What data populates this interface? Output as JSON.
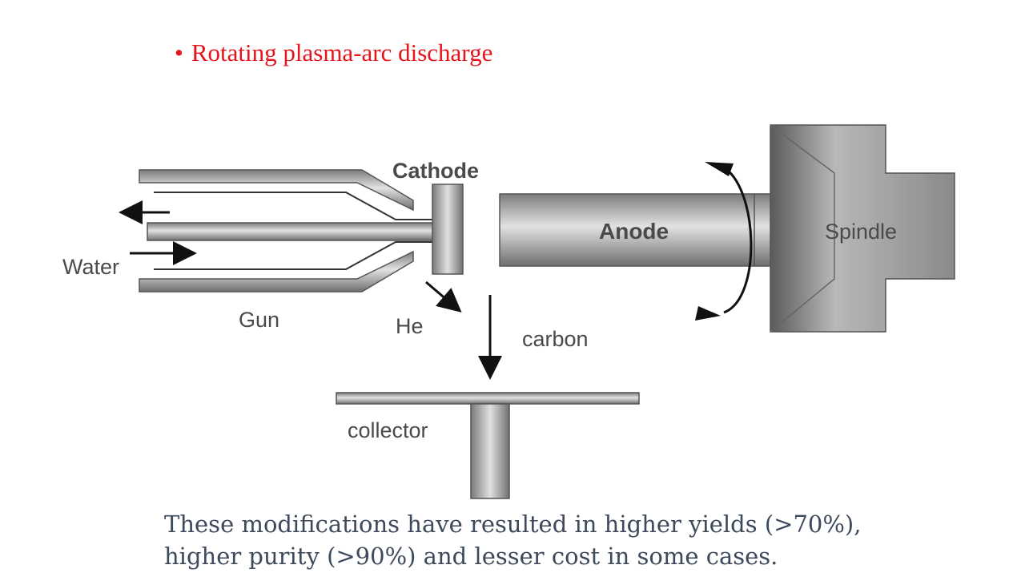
{
  "slide": {
    "bullet": "•",
    "heading": "Rotating plasma-arc discharge",
    "caption_line1": "These modifications have resulted in higher yields (>70%),",
    "caption_line2": "higher purity (>90%) and lesser cost in some cases."
  },
  "diagram": {
    "labels": {
      "cathode": "Cathode",
      "anode": "Anode",
      "spindle": "Spindle",
      "water": "Water",
      "gun": "Gun",
      "he": "He",
      "carbon": "carbon",
      "collector": "collector"
    }
  }
}
